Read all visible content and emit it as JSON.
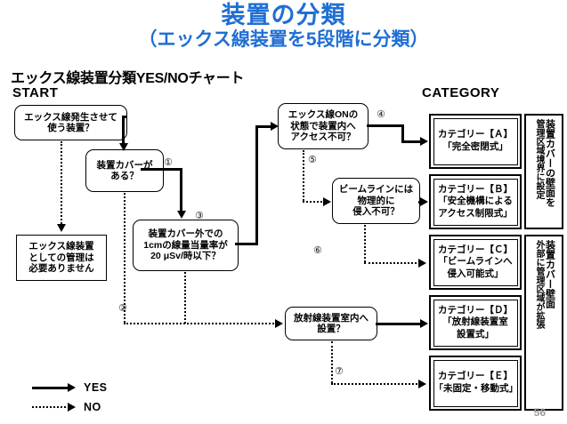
{
  "slide": {
    "title": "装置の分類",
    "subtitle": "（エックス線装置を5段階に分類）",
    "chart_heading": "エックス線装置分類YES/NOチャート",
    "start_label": "START",
    "category_label": "CATEGORY",
    "page_number": "56"
  },
  "nodes": [
    {
      "id": "q1",
      "text": "エックス線発生させて\n使う装置？"
    },
    {
      "id": "q2",
      "text": "装置カバーが\nある？"
    },
    {
      "id": "q3",
      "text": "装置カバー外での\n1cmの線量当量率が\n20 μSv/時以下？"
    },
    {
      "id": "q4",
      "text": "エックス線ONの\n状態で装置内へ\nアクセス不可？"
    },
    {
      "id": "q5",
      "text": "ビームラインには\n物理的に\n侵入不可？"
    },
    {
      "id": "q6",
      "text": "放射線装置室内へ\n設置？"
    },
    {
      "id": "end-none",
      "text": "エックス線装置\nとしての管理は\n必要ありません"
    }
  ],
  "categories": [
    {
      "id": "A",
      "text": "カテゴリー【Ａ】\n「完全密閉式」"
    },
    {
      "id": "B",
      "text": "カテゴリー【Ｂ】\n「安全機構による\nアクセス制限式」"
    },
    {
      "id": "C",
      "text": "カテゴリー【Ｃ】\n「ビームラインへ\n侵入可能式」"
    },
    {
      "id": "D",
      "text": "カテゴリー【Ｄ】\n「放射線装置室\n設置式」"
    },
    {
      "id": "E",
      "text": "カテゴリー【Ｅ】\n「未固定・移動式」"
    }
  ],
  "annotations": {
    "upper_right_main": "装置カバーの壁面を",
    "upper_right_sub": "管理区域境界に設定",
    "lower_right_main": "装置カバー壁面",
    "lower_right_sub": "外部に管理区域が拡張"
  },
  "step_markers": [
    "①",
    "②",
    "③",
    "④",
    "⑤",
    "⑥",
    "⑦"
  ],
  "legend": {
    "yes": "YES",
    "no": "NO"
  },
  "colors": {
    "title": "#1f6fd4",
    "line": "#000000",
    "page_number": "#9a9a9a"
  }
}
